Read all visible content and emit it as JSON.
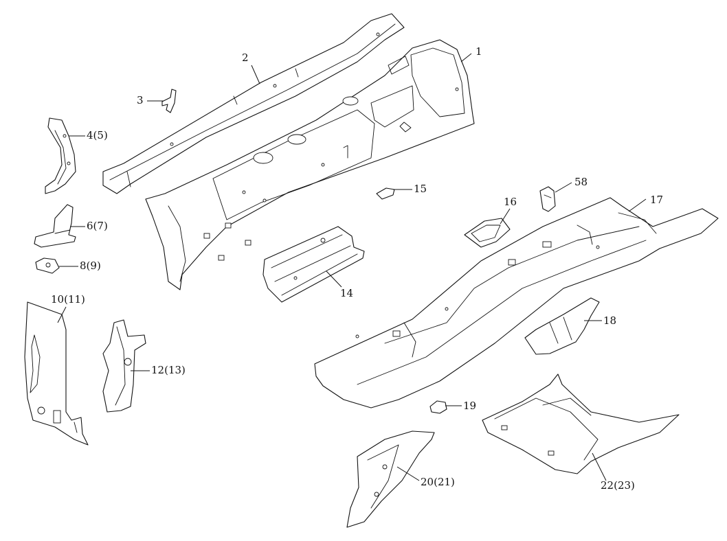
{
  "callouts": [
    {
      "label": "1"
    },
    {
      "label": "2"
    },
    {
      "label": "3"
    },
    {
      "label": "4(5)"
    },
    {
      "label": "6(7)"
    },
    {
      "label": "8(9)"
    },
    {
      "label": "10(11)"
    },
    {
      "label": "12(13)"
    },
    {
      "label": "14"
    },
    {
      "label": "15"
    },
    {
      "label": "16"
    },
    {
      "label": "17"
    },
    {
      "label": "18"
    },
    {
      "label": "19"
    },
    {
      "label": "20(21)"
    },
    {
      "label": "22(23)"
    },
    {
      "label": "58"
    }
  ]
}
